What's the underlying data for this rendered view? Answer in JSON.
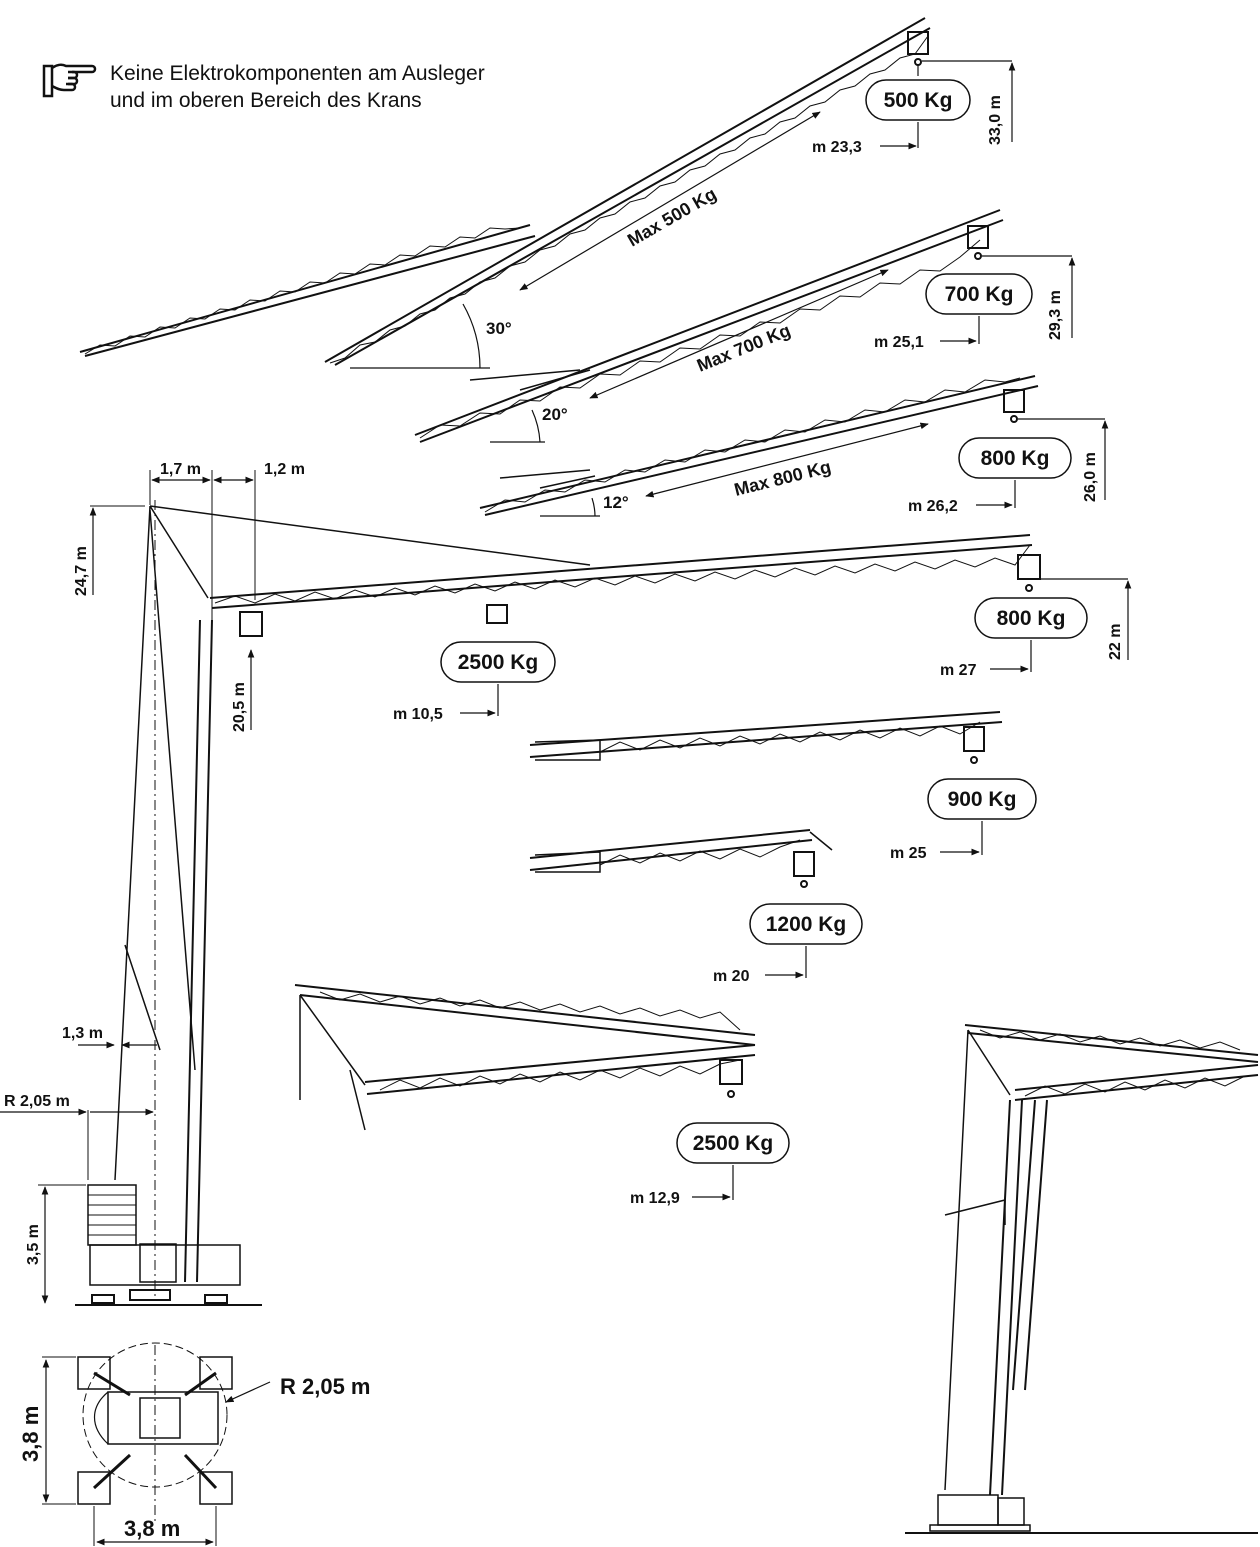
{
  "note": {
    "icon": "pointing-hand-icon",
    "line1": "Keine Elektrokomponenten am Ausleger",
    "line2": "und im oberen Bereich des Krans"
  },
  "configs": {
    "c30": {
      "load": "500 Kg",
      "max": "Max 500 Kg",
      "radius": "m 23,3",
      "height": "33,0 m",
      "angle": "30°"
    },
    "c20": {
      "load": "700 Kg",
      "max": "Max 700 Kg",
      "radius": "m 25,1",
      "height": "29,3 m",
      "angle": "20°"
    },
    "c12": {
      "load": "800 Kg",
      "max": "Max 800 Kg",
      "radius": "m 26,2",
      "height": "26,0 m",
      "angle": "12°"
    },
    "main": {
      "load": "800 Kg",
      "radius": "m 27",
      "height": "22 m",
      "load_mid": "2500 Kg",
      "radius_mid": "m 10,5",
      "height_hook": "20,5 m"
    },
    "c25": {
      "load": "900 Kg",
      "radius": "m 25"
    },
    "c20short": {
      "load": "1200 Kg",
      "radius": "m 20"
    },
    "folded": {
      "load": "2500 Kg",
      "radius": "m 12,9"
    }
  },
  "dims": {
    "d1": "1,7 m",
    "d2": "1,2 m",
    "mast_height": "24,7 m",
    "counter_offset": "1,3 m",
    "slew_radius": "R 2,05 m",
    "base_height": "3,5 m",
    "plan_radius": "R 2,05 m",
    "plan_width": "3,8 m",
    "plan_depth": "3,8 m"
  },
  "colors": {
    "ink": "#111111",
    "paper": "#ffffff"
  }
}
